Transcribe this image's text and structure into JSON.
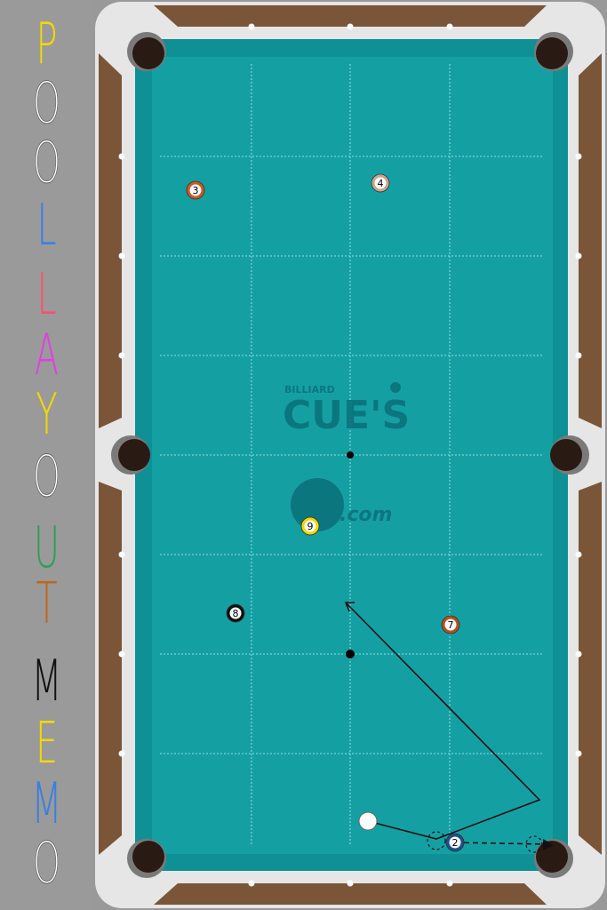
{
  "title": {
    "letters": [
      {
        "char": "P",
        "color": "#f2d900"
      },
      {
        "char": "O",
        "color": "#ffffff"
      },
      {
        "char": "O",
        "color": "#ffffff"
      },
      {
        "char": "L",
        "color": "#3a7fe0"
      },
      {
        "char": "L",
        "color": "#ff4d6d"
      },
      {
        "char": "A",
        "color": "#e040e0"
      },
      {
        "char": "Y",
        "color": "#f2d900"
      },
      {
        "char": "O",
        "color": "#ffffff"
      },
      {
        "char": "U",
        "color": "#2e9e5a"
      },
      {
        "char": "T",
        "color": "#c0651e"
      },
      {
        "char": "M",
        "color": "#111111"
      },
      {
        "char": "E",
        "color": "#f2d900"
      },
      {
        "char": "M",
        "color": "#3a7fe0"
      },
      {
        "char": "O",
        "color": "#ffffff"
      }
    ]
  },
  "watermark": {
    "line1": "BILLIARD",
    "line2": "CUE'S",
    "line3": ".com"
  },
  "colors": {
    "cloth": "#14a0a3",
    "rail": "#7a5538",
    "cushion": "#129c9f",
    "pocket": "#2a1a14",
    "corner": "#e6e6e6",
    "diamond": "#ffffff",
    "watermark": "#0b6f79"
  },
  "balls": [
    {
      "label": "3",
      "color": "#d2581e"
    },
    {
      "label": "4",
      "color": "#c9a68c"
    },
    {
      "label": "9",
      "color": "#f2d900"
    },
    {
      "label": "8",
      "color": "#111111"
    },
    {
      "label": "7",
      "color": "#b4501e"
    },
    {
      "label": "2",
      "color": "#1d4f8f"
    }
  ],
  "cue_ball": {
    "label": "cue ball",
    "color": "#ffffff"
  }
}
